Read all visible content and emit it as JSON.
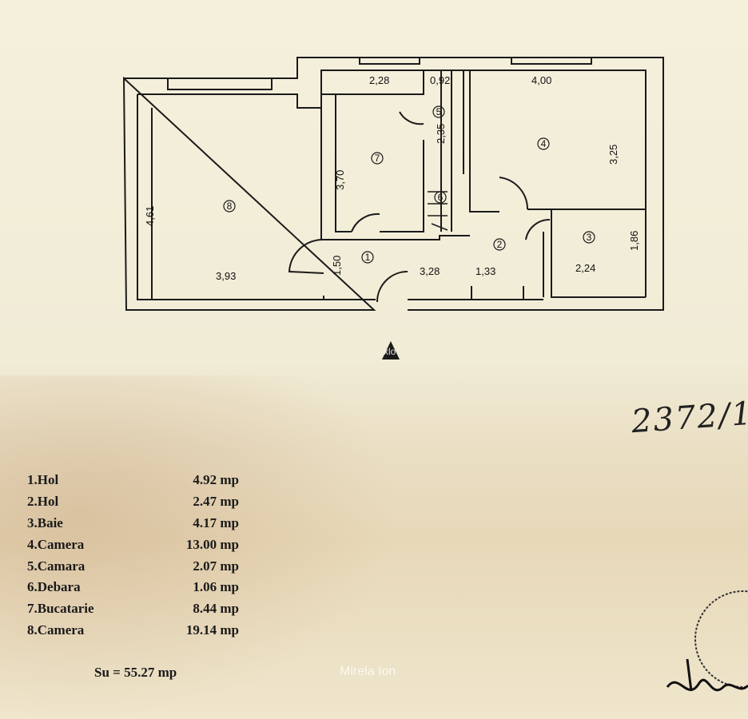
{
  "plan": {
    "dimensions": {
      "d_228": "2,28",
      "d_092": "0,92",
      "d_400": "4,00",
      "d_461": "4,61",
      "d_370": "3,70",
      "d_235": "2,35",
      "d_325": "3,25",
      "d_393": "3,93",
      "d_150": "1,50",
      "d_328": "3,28",
      "d_133": "1,33",
      "d_186": "1,86",
      "d_224": "2,24"
    },
    "room_numbers": [
      "1",
      "2",
      "3",
      "4",
      "5",
      "6",
      "7",
      "8"
    ]
  },
  "legend": [
    {
      "name": "1.Hol",
      "area": "4.92 mp"
    },
    {
      "name": "2.Hol",
      "area": "2.47 mp"
    },
    {
      "name": "3.Baie",
      "area": "4.17 mp"
    },
    {
      "name": "4.Camera",
      "area": "13.00 mp"
    },
    {
      "name": "5.Camara",
      "area": "2.07 mp"
    },
    {
      "name": "6.Debara",
      "area": "1.06 mp"
    },
    {
      "name": "7.Bucatarie",
      "area": "8.44 mp"
    },
    {
      "name": "8.Camera",
      "area": "19.14 mp"
    }
  ],
  "total": "Su = 55.27 mp",
  "handwritten_note": "2372/1",
  "watermark": "Mirela Ion",
  "watermark_small": "xlo",
  "colors": {
    "paper": "#f2eed8",
    "ink": "#1a1a1a"
  }
}
